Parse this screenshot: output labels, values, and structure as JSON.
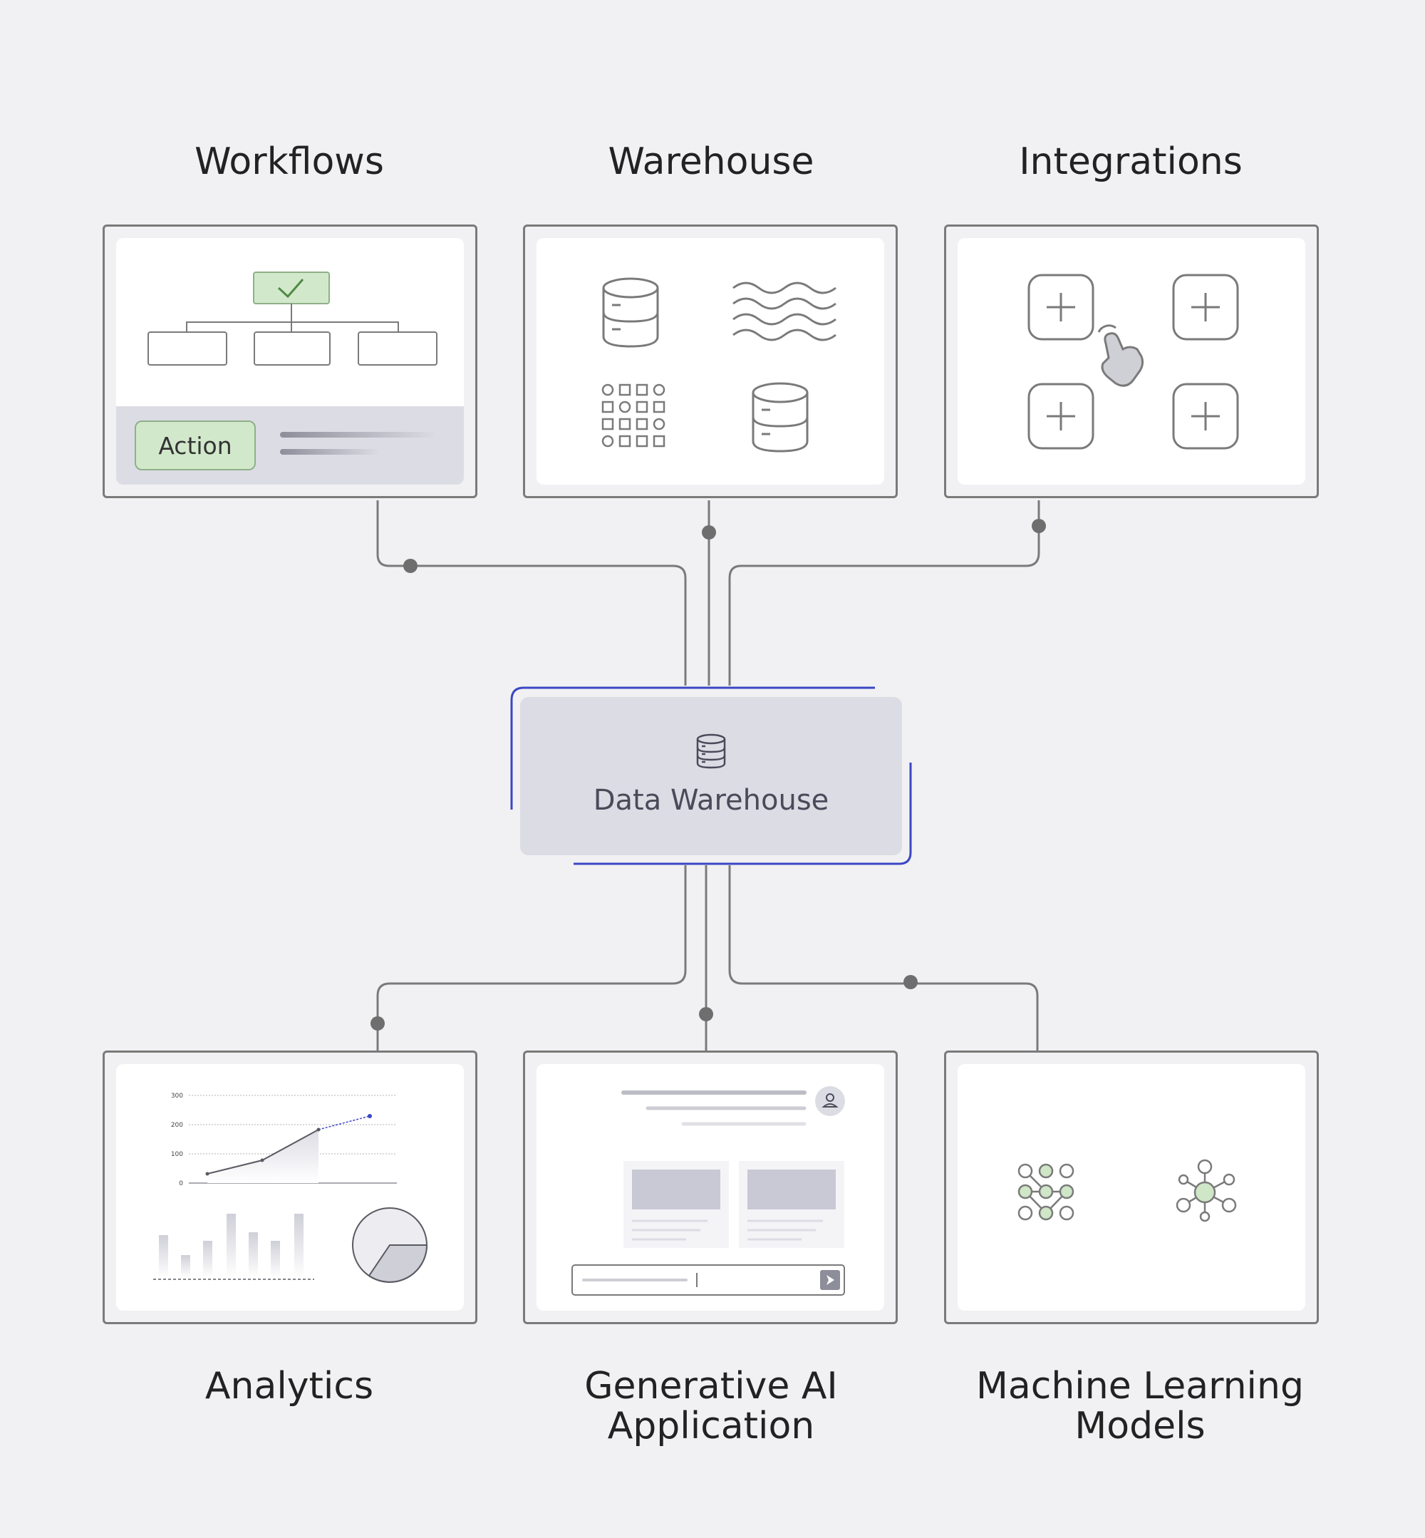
{
  "top_titles": {
    "workflows": "Workflows",
    "warehouse": "Warehouse",
    "integrations": "Integrations"
  },
  "bottom_titles": {
    "analytics": "Analytics",
    "genai_line1": "Generative AI",
    "genai_line2": "Application",
    "ml_line1": "Machine Learning",
    "ml_line2": "Models"
  },
  "center": {
    "label": "Data Warehouse"
  },
  "workflows_panel": {
    "action_label": "Action"
  },
  "analytics_panel": {
    "y_ticks": [
      "300",
      "200",
      "100",
      "0"
    ]
  },
  "colors": {
    "background": "#f1f1f3",
    "accent_blue": "#3b46c4",
    "green_fill": "#d2e8cb",
    "panel_gray": "#dcdce4",
    "stroke": "#7a7a7a"
  },
  "icons": {
    "center": "database-icon",
    "warehouse": [
      "database-icon",
      "wave-lines-icon",
      "grid-dots-icon",
      "database-icon"
    ],
    "integrations": [
      "plus-square-icon",
      "plus-square-icon",
      "plus-square-icon",
      "plus-square-icon",
      "pointer-hand-icon"
    ],
    "ml": [
      "node-graph-icon",
      "hub-network-icon"
    ]
  }
}
